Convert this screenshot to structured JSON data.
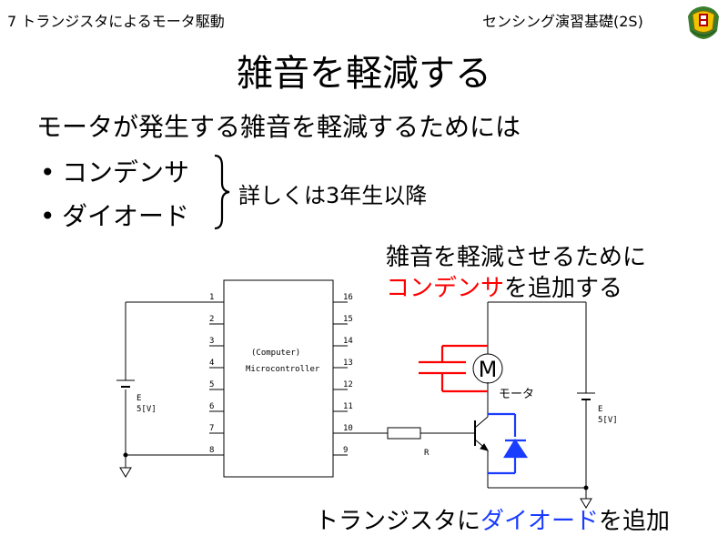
{
  "header": {
    "left": "7 トランジスタによるモータ駆動",
    "right": "センシング演習基礎(2S)"
  },
  "slide": {
    "title": "雑音を軽減する",
    "lead": "モータが発生する雑音を軽減するためには",
    "bullets": [
      "コンデンサ",
      "ダイオード"
    ],
    "bullet_note": "詳しくは3年生以降"
  },
  "annotations": {
    "capacitor_note_line1": "雑音を軽減させるために",
    "capacitor_note_highlight": "コンデンサ",
    "capacitor_note_tail": "を追加する",
    "diode_note_head": "トランジスタに",
    "diode_note_highlight": "ダイオード",
    "diode_note_tail": "を追加"
  },
  "circuit": {
    "chip_line1": "(Computer)",
    "chip_line2": "Microcontroller",
    "left_pins": [
      "1",
      "2",
      "3",
      "4",
      "5",
      "6",
      "7",
      "8"
    ],
    "right_pins": [
      "16",
      "15",
      "14",
      "13",
      "12",
      "11",
      "10",
      "9"
    ],
    "battery_left_e": "E",
    "battery_left_v": "5[V]",
    "battery_right_e": "E",
    "battery_right_v": "5[V]",
    "resistor_label": "R",
    "motor_symbol": "M",
    "motor_label": "モータ"
  },
  "colors": {
    "highlight_red": "#ff0000",
    "highlight_blue": "#1a3cff"
  },
  "icons": {
    "logo": "university-crest-icon"
  }
}
